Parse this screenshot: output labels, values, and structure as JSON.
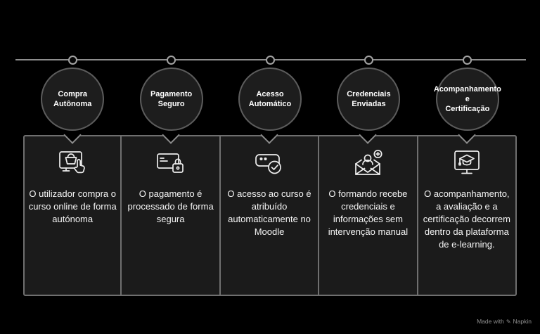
{
  "canvas": {
    "background": "#000000"
  },
  "colors": {
    "card_background": "#1b1b1b",
    "circle_background": "#1d1d1d",
    "card_border": "#6f6f6f",
    "timeline_line": "#8e8e8e",
    "text": "#f5f5f5"
  },
  "watermark": {
    "prefix": "Made with",
    "logo_icon": "pen-icon",
    "brand": "Napkin"
  },
  "steps": [
    {
      "title": "Compra Autônoma",
      "title_lines": [
        "Compra",
        "Autônoma"
      ],
      "icon": "monitor-cart-click-icon",
      "description": "O utilizador compra o curso online de forma autónoma"
    },
    {
      "title": "Pagamento Seguro",
      "title_lines": [
        "Pagamento",
        "Seguro"
      ],
      "icon": "credit-card-lock-icon",
      "description": "O pagamento é processado de forma segura"
    },
    {
      "title": "Acesso Automático",
      "title_lines": [
        "Acesso",
        "Automático"
      ],
      "icon": "access-check-icon",
      "description": "O acesso ao curso é atribuído automaticamente no Moodle"
    },
    {
      "title": "Credenciais Enviadas",
      "title_lines": [
        "Credenciais",
        "Enviadas"
      ],
      "icon": "mail-user-plus-icon",
      "description": "O formando recebe credenciais e informações sem intervenção manual"
    },
    {
      "title": "Acompanhamento e Certificação",
      "title_lines": [
        "Acompanhamento e",
        "Certificação"
      ],
      "icon": "monitor-graduation-icon",
      "description": "O acompanhamento, a avaliação e a certificação decorrem dentro da plataforma de e-learning."
    }
  ]
}
